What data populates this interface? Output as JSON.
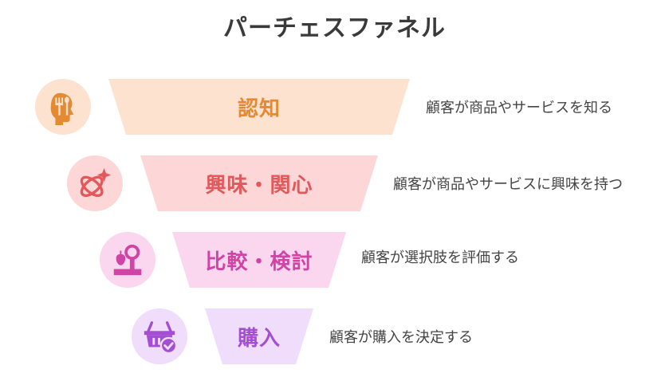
{
  "title": "パーチェスファネル",
  "stages": [
    {
      "label": "認知",
      "description": "顧客が商品やサービスを知る",
      "icon": "head-fork-icon",
      "colors": {
        "circle": "#fde3cf",
        "trapezoid": "#fde3cf",
        "text": "#e48a35",
        "icon": "#e48a35"
      }
    },
    {
      "label": "興味・関心",
      "description": "顧客が商品やサービスに興味を持つ",
      "icon": "orbit-sparkle-icon",
      "colors": {
        "circle": "#fdd7d7",
        "trapezoid": "#fdd7d7",
        "text": "#e2585b",
        "icon": "#e2585b"
      }
    },
    {
      "label": "比較・検討",
      "description": "顧客が選択肢を評価する",
      "icon": "scale-apple-icon",
      "colors": {
        "circle": "#fbd6ef",
        "trapezoid": "#fbd6ef",
        "text": "#cf44a4",
        "icon": "#cf44a4"
      }
    },
    {
      "label": "購入",
      "description": "顧客が購入を決定する",
      "icon": "basket-check-icon",
      "colors": {
        "circle": "#f0dcfb",
        "trapezoid": "#f0dcfb",
        "text": "#a44fd3",
        "icon": "#a44fd3"
      }
    }
  ]
}
